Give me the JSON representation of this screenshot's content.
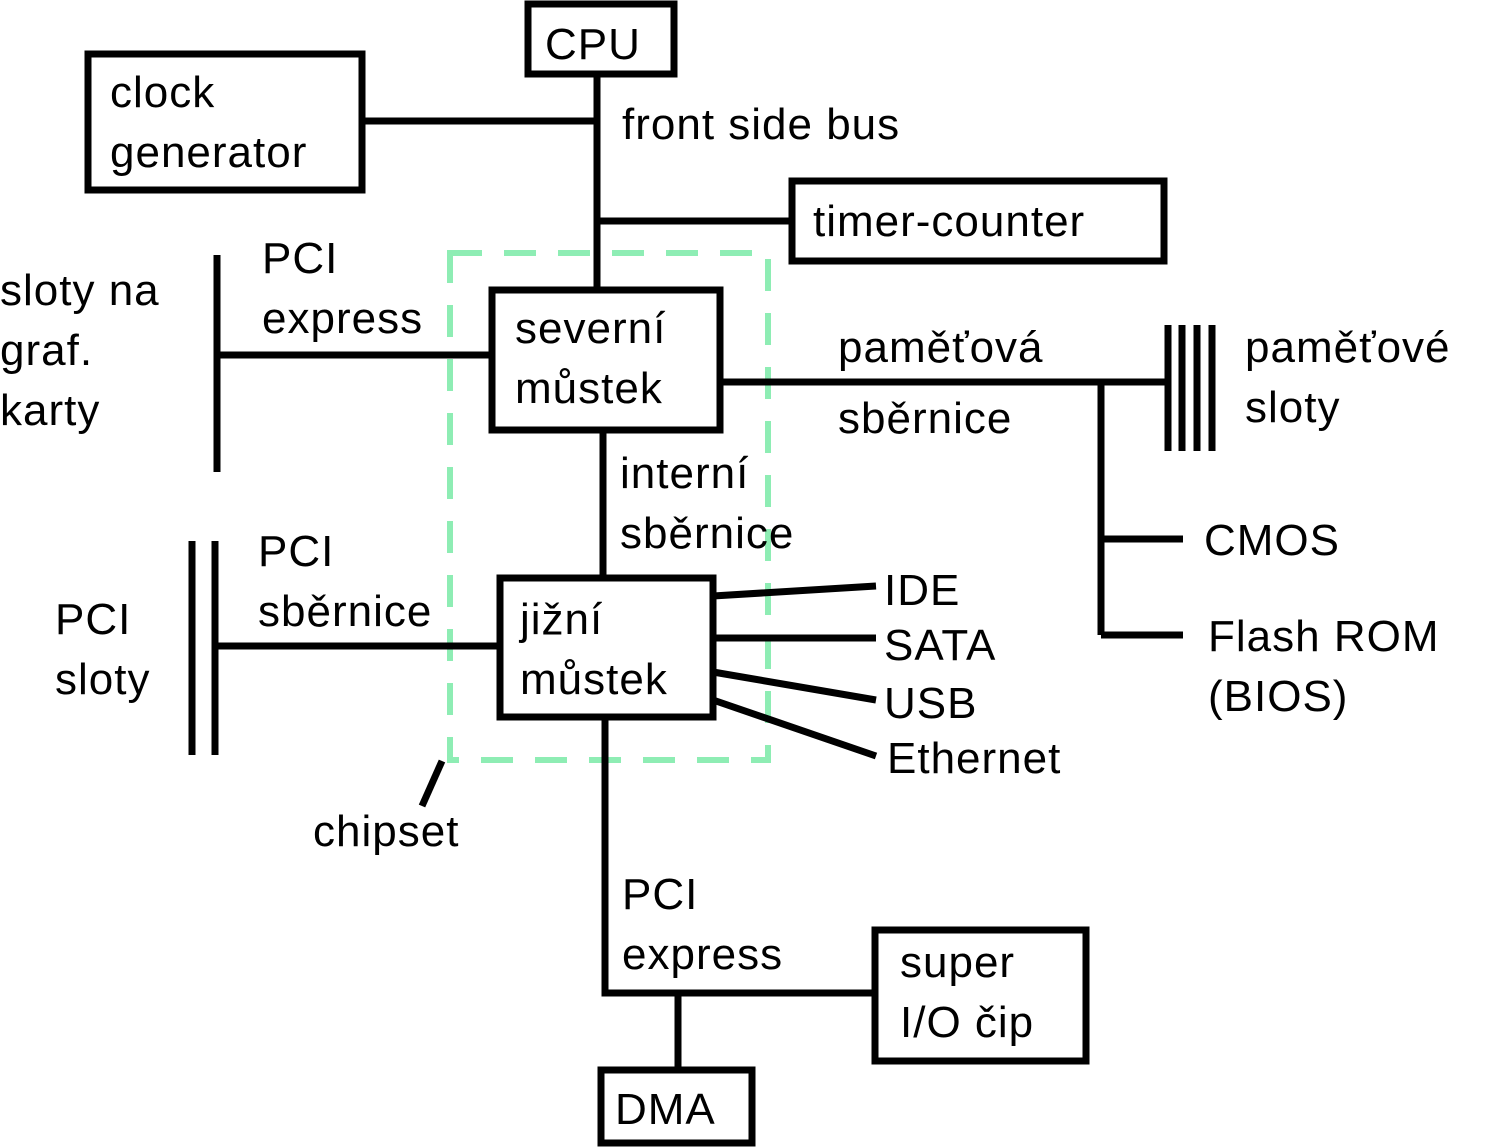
{
  "colors": {
    "line": "#000000",
    "chipset_border": "#8eedb4",
    "background": "#ffffff"
  },
  "boxes": {
    "cpu": "CPU",
    "clock_line1": "clock",
    "clock_line2": "generator",
    "timer": "timer-counter",
    "north_line1": "severní",
    "north_line2": "můstek",
    "south_line1": "jižní",
    "south_line2": "můstek",
    "superio_line1": "super",
    "superio_line2": "I/O čip",
    "dma": "DMA"
  },
  "labels": {
    "front_side_bus": "front side bus",
    "pcie_top_line1": "PCI",
    "pcie_top_line2": "express",
    "graphics_slots_line1": "sloty na",
    "graphics_slots_line2": "graf.",
    "graphics_slots_line3": "karty",
    "memory_bus_line1": "paměťová",
    "memory_bus_line2": "sběrnice",
    "memory_slots_line1": "paměťové",
    "memory_slots_line2": "sloty",
    "internal_bus_line1": "interní",
    "internal_bus_line2": "sběrnice",
    "cmos": "CMOS",
    "flash_line1": "Flash ROM",
    "flash_line2": "(BIOS)",
    "pci_bus_line1": "PCI",
    "pci_bus_line2": "sběrnice",
    "pci_slots_line1": "PCI",
    "pci_slots_line2": "sloty",
    "ide": "IDE",
    "sata": "SATA",
    "usb": "USB",
    "ethernet": "Ethernet",
    "chipset": "chipset",
    "pcie_bottom_line1": "PCI",
    "pcie_bottom_line2": "express"
  }
}
